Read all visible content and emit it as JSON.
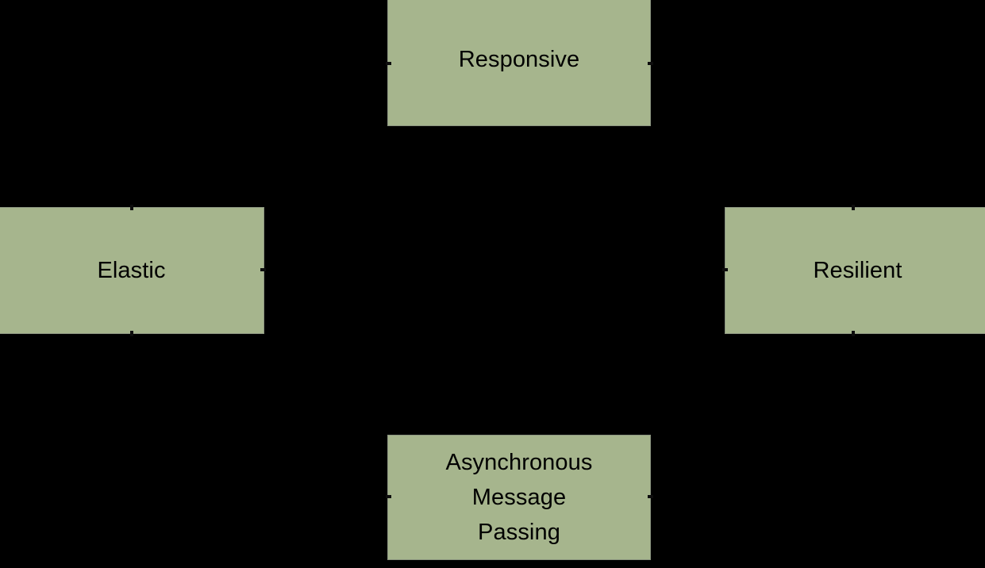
{
  "diagram": {
    "type": "reactive-manifesto-traits",
    "background_color": "#000000",
    "node_fill_color": "#A6B58D",
    "node_border_color": "#8B9480",
    "node_text_color": "#000000",
    "layout": "diamond",
    "nodes": [
      {
        "id": "responsive",
        "label": "Responsive",
        "position": "top"
      },
      {
        "id": "elastic",
        "label": "Elastic",
        "position": "left"
      },
      {
        "id": "resilient",
        "label": "Resilient",
        "position": "right"
      },
      {
        "id": "async-message-passing",
        "label": "Asynchronous\nMessage\nPassing",
        "position": "bottom"
      }
    ]
  }
}
